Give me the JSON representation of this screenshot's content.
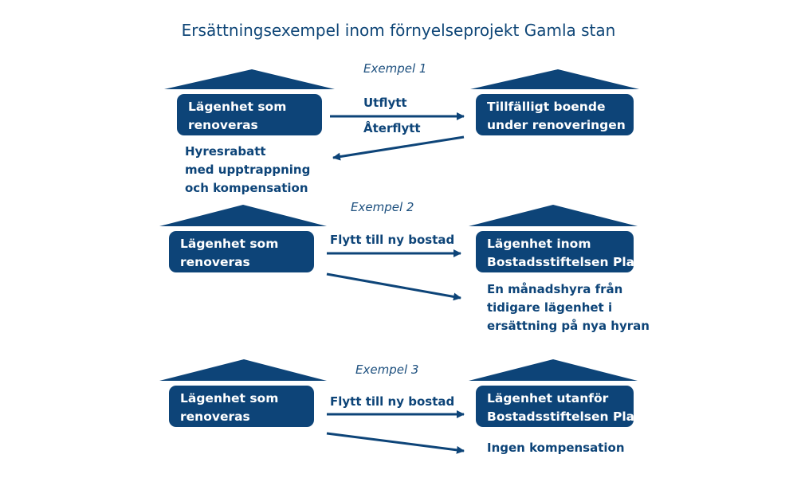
{
  "title": "Ersättningsexempel inom förnyelseprojekt Gamla stan",
  "colors": {
    "primary": "#0d4478",
    "text": "#0f4677",
    "background": "#ffffff"
  },
  "examples": [
    {
      "label": "Exempel 1",
      "left_box": [
        "Lägenhet som",
        "renoveras"
      ],
      "right_box": [
        "Tillfälligt boende",
        "under renoveringen"
      ],
      "arrow_out_label": "Utflytt",
      "arrow_back_label": "Återflytt",
      "note": [
        "Hyresrabatt",
        "med upptrappning",
        "och kompensation"
      ]
    },
    {
      "label": "Exempel 2",
      "left_box": [
        "Lägenhet som",
        "renoveras"
      ],
      "right_box": [
        "Lägenhet inom",
        "Bostadsstiftelsen Platen"
      ],
      "arrow_label": "Flytt till ny bostad",
      "note": [
        "En månadshyra från",
        "tidigare lägenhet i",
        "ersättning på nya hyran"
      ]
    },
    {
      "label": "Exempel 3",
      "left_box": [
        "Lägenhet som",
        "renoveras"
      ],
      "right_box": [
        "Lägenhet utanför",
        "Bostadsstiftelsen Platen"
      ],
      "arrow_label": "Flytt till ny bostad",
      "note": [
        "Ingen kompensation"
      ]
    }
  ]
}
